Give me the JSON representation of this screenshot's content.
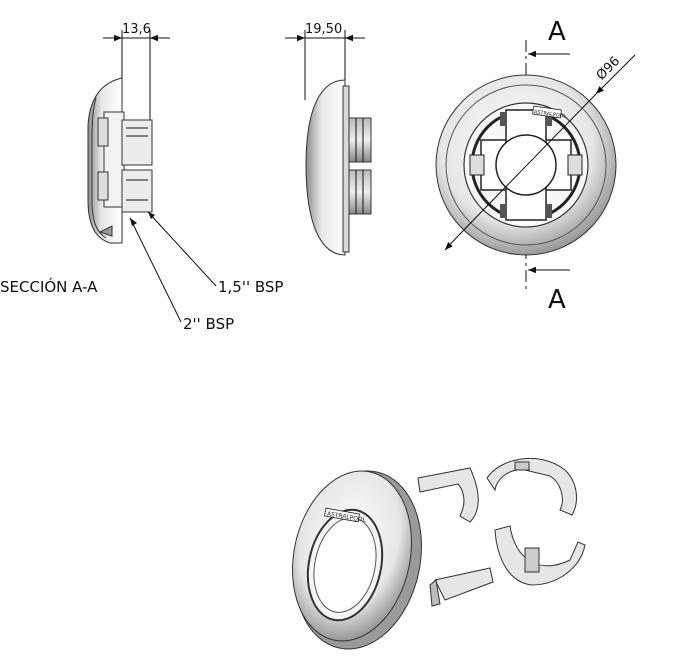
{
  "drawing": {
    "dimensions": {
      "depth_section": "13,6",
      "depth_side": "19,50",
      "diameter": "Ø96"
    },
    "section_marker": "A",
    "section_caption": "SECCIÓN A-A",
    "thread_labels": {
      "small": "1,5'' BSP",
      "large": "2'' BSP"
    },
    "brand_mark": "ASTRALPOOL"
  }
}
